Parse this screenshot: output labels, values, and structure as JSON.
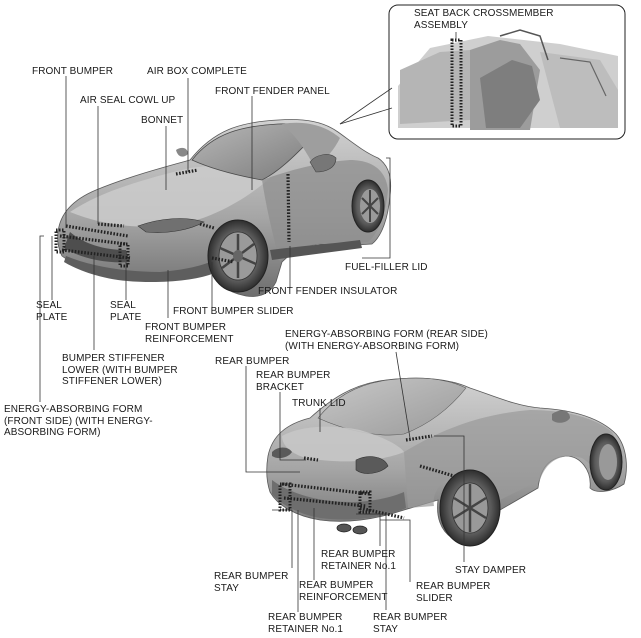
{
  "labels": {
    "seat_back_crossmember": "SEAT BACK CROSSMEMBER\nASSEMBLY",
    "front_bumper": "FRONT BUMPER",
    "air_box_complete": "AIR BOX COMPLETE",
    "air_seal_cowl_up": "AIR SEAL COWL UP",
    "front_fender_panel": "FRONT FENDER PANEL",
    "bonnet": "BONNET",
    "fuel_filler_lid": "FUEL-FILLER LID",
    "front_fender_insulator": "FRONT FENDER INSULATOR",
    "seal_plate_left": "SEAL\nPLATE",
    "seal_plate_right": "SEAL\nPLATE",
    "front_bumper_slider": "FRONT BUMPER SLIDER",
    "front_bumper_reinforcement": "FRONT BUMPER\nREINFORCEMENT",
    "energy_absorbing_rear": "ENERGY-ABSORBING FORM (REAR SIDE)\n(WITH ENERGY-ABSORBING FORM)",
    "bumper_stiffener_lower": "BUMPER STIFFENER\nLOWER (WITH BUMPER\nSTIFFENER LOWER)",
    "rear_bumper": "REAR BUMPER",
    "rear_bumper_bracket": "REAR BUMPER\nBRACKET",
    "trunk_lid": "TRUNK LID",
    "energy_absorbing_front": "ENERGY-ABSORBING FORM\n(FRONT SIDE) (WITH ENERGY-\nABSORBING FORM)",
    "stay_damper": "STAY DAMPER",
    "rear_bumper_retainer_upper": "REAR BUMPER\nRETAINER No.1",
    "rear_bumper_stay_left": "REAR BUMPER\nSTAY",
    "rear_bumper_reinforcement": "REAR BUMPER\nREINFORCEMENT",
    "rear_bumper_slider": "REAR BUMPER\nSLIDER",
    "rear_bumper_retainer_lower": "REAR BUMPER\nRETAINER No.1",
    "rear_bumper_stay_right": "REAR BUMPER\nSTAY"
  },
  "colors": {
    "body": "#a9a9a9",
    "body_light": "#d6d6d6",
    "body_dark": "#6a6a6a",
    "leader": "#333333",
    "dotted_part": "#222222"
  }
}
